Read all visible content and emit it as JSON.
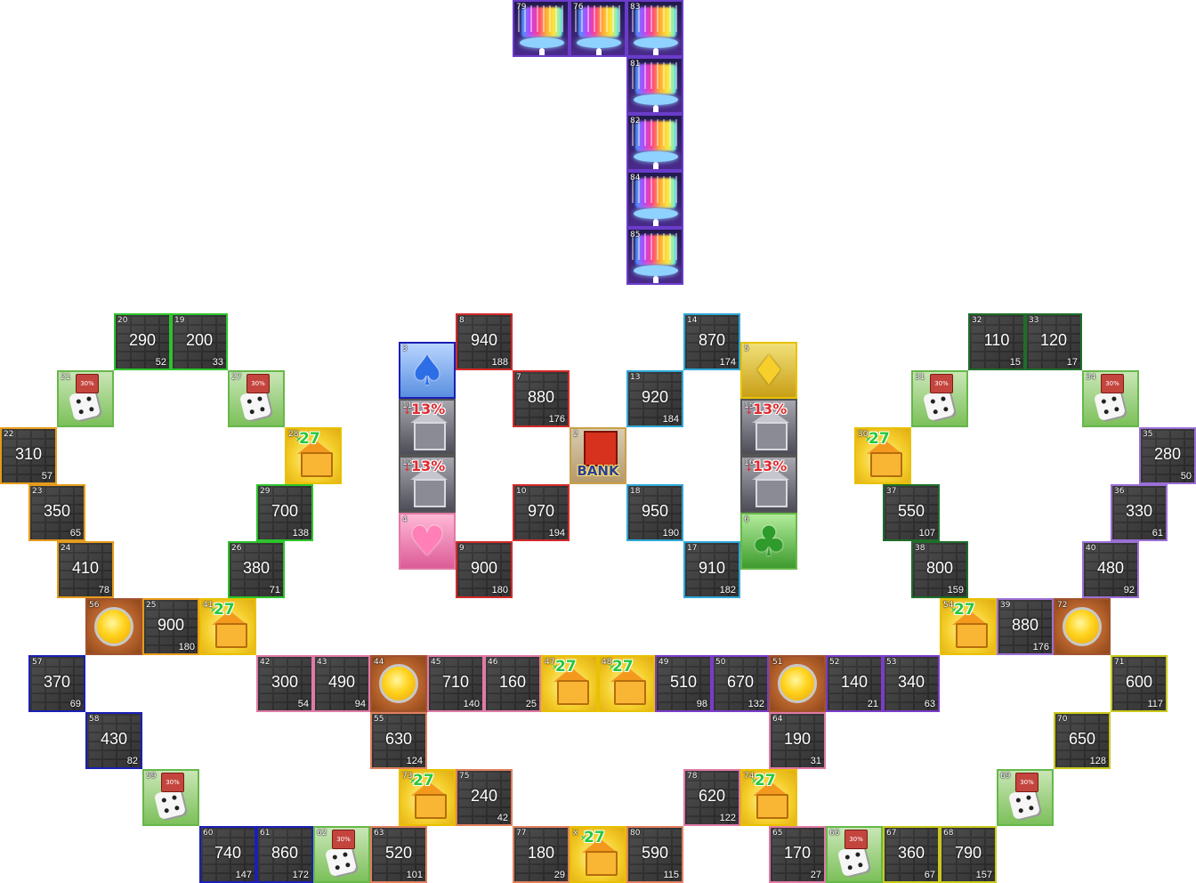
{
  "board": {
    "title": "",
    "colors": {
      "red": "#d42a2a",
      "cyan": "#2ea8d6",
      "green": "#2bc42b",
      "darkgreen": "#1f6e2a",
      "yellow": "#e8c100",
      "orange": "#e69b1c",
      "blue": "#1a1fb5",
      "purple": "#7a3cc9",
      "lilac": "#9b6fd6",
      "pink": "#e07aa6",
      "salmon": "#e0805e",
      "lime": "#c9c91c",
      "lightgreen": "#66b84a",
      "gold": "#e8c100",
      "brown": "#a0522d",
      "star": "#6a3cc9",
      "grey": "#555555",
      "bankgold": "#c8a04a"
    },
    "labels": {
      "bank": "BANK",
      "tax": "13%",
      "house_bonus": "27",
      "dice_badge": "30%"
    },
    "tiles": [
      {
        "i": "79",
        "t": "star",
        "c": "star"
      },
      {
        "i": "76",
        "t": "star",
        "c": "star"
      },
      {
        "i": "83",
        "t": "star",
        "c": "star"
      },
      {
        "i": "81",
        "t": "star",
        "c": "star"
      },
      {
        "i": "82",
        "t": "star",
        "c": "star"
      },
      {
        "i": "84",
        "t": "star",
        "c": "star"
      },
      {
        "i": "85",
        "t": "star",
        "c": "star"
      },
      {
        "i": "20",
        "t": "prop",
        "c": "green",
        "price": "290",
        "fee": "52"
      },
      {
        "i": "19",
        "t": "prop",
        "c": "green",
        "price": "200",
        "fee": "33"
      },
      {
        "i": "21",
        "t": "dice",
        "c": "lightgreen"
      },
      {
        "i": "27",
        "t": "dice",
        "c": "lightgreen"
      },
      {
        "i": "22",
        "t": "prop",
        "c": "orange",
        "price": "310",
        "fee": "57"
      },
      {
        "i": "28",
        "t": "house",
        "c": "gold"
      },
      {
        "i": "23",
        "t": "prop",
        "c": "orange",
        "price": "350",
        "fee": "65"
      },
      {
        "i": "29",
        "t": "prop",
        "c": "green",
        "price": "700",
        "fee": "138"
      },
      {
        "i": "24",
        "t": "prop",
        "c": "orange",
        "price": "410",
        "fee": "78"
      },
      {
        "i": "26",
        "t": "prop",
        "c": "green",
        "price": "380",
        "fee": "71"
      },
      {
        "i": "56",
        "t": "coin",
        "c": "brown"
      },
      {
        "i": "25",
        "t": "prop",
        "c": "orange",
        "price": "900",
        "fee": "180"
      },
      {
        "i": "41",
        "t": "house",
        "c": "gold"
      },
      {
        "i": "3",
        "t": "spade",
        "c": "blue"
      },
      {
        "i": "8",
        "t": "prop",
        "c": "red",
        "price": "940",
        "fee": "188"
      },
      {
        "i": "11",
        "t": "tax",
        "c": "grey"
      },
      {
        "i": "7",
        "t": "prop",
        "c": "red",
        "price": "880",
        "fee": "176"
      },
      {
        "i": "12",
        "t": "tax",
        "c": "grey"
      },
      {
        "i": "2",
        "t": "bank",
        "c": "bankgold"
      },
      {
        "i": "4",
        "t": "heart",
        "c": "pink"
      },
      {
        "i": "10",
        "t": "prop",
        "c": "red",
        "price": "970",
        "fee": "194"
      },
      {
        "i": "9",
        "t": "prop",
        "c": "red",
        "price": "900",
        "fee": "180"
      },
      {
        "i": "14",
        "t": "prop",
        "c": "cyan",
        "price": "870",
        "fee": "174"
      },
      {
        "i": "5",
        "t": "diamond",
        "c": "gold"
      },
      {
        "i": "13",
        "t": "prop",
        "c": "cyan",
        "price": "920",
        "fee": "184"
      },
      {
        "i": "15",
        "t": "tax",
        "c": "grey"
      },
      {
        "i": "16",
        "t": "tax",
        "c": "grey"
      },
      {
        "i": "18",
        "t": "prop",
        "c": "cyan",
        "price": "950",
        "fee": "190"
      },
      {
        "i": "6",
        "t": "club",
        "c": "lightgreen"
      },
      {
        "i": "17",
        "t": "prop",
        "c": "cyan",
        "price": "910",
        "fee": "182"
      },
      {
        "i": "32",
        "t": "prop",
        "c": "darkgreen",
        "price": "110",
        "fee": "15"
      },
      {
        "i": "33",
        "t": "prop",
        "c": "darkgreen",
        "price": "120",
        "fee": "17"
      },
      {
        "i": "31",
        "t": "dice",
        "c": "lightgreen"
      },
      {
        "i": "34",
        "t": "dice",
        "c": "lightgreen"
      },
      {
        "i": "30",
        "t": "house",
        "c": "gold"
      },
      {
        "i": "35",
        "t": "prop",
        "c": "lilac",
        "price": "280",
        "fee": "50"
      },
      {
        "i": "37",
        "t": "prop",
        "c": "darkgreen",
        "price": "550",
        "fee": "107"
      },
      {
        "i": "36",
        "t": "prop",
        "c": "lilac",
        "price": "330",
        "fee": "61"
      },
      {
        "i": "38",
        "t": "prop",
        "c": "darkgreen",
        "price": "800",
        "fee": "159"
      },
      {
        "i": "40",
        "t": "prop",
        "c": "lilac",
        "price": "480",
        "fee": "92"
      },
      {
        "i": "54",
        "t": "house",
        "c": "gold"
      },
      {
        "i": "39",
        "t": "prop",
        "c": "lilac",
        "price": "880",
        "fee": "176"
      },
      {
        "i": "72",
        "t": "coin",
        "c": "brown"
      },
      {
        "i": "57",
        "t": "prop",
        "c": "blue",
        "price": "370",
        "fee": "69"
      },
      {
        "i": "42",
        "t": "prop",
        "c": "pink",
        "price": "300",
        "fee": "54"
      },
      {
        "i": "43",
        "t": "prop",
        "c": "pink",
        "price": "490",
        "fee": "94"
      },
      {
        "i": "44",
        "t": "coin",
        "c": "brown"
      },
      {
        "i": "45",
        "t": "prop",
        "c": "pink",
        "price": "710",
        "fee": "140"
      },
      {
        "i": "46",
        "t": "prop",
        "c": "pink",
        "price": "160",
        "fee": "25"
      },
      {
        "i": "47",
        "t": "house",
        "c": "gold"
      },
      {
        "i": "48",
        "t": "house",
        "c": "gold"
      },
      {
        "i": "49",
        "t": "prop",
        "c": "purple",
        "price": "510",
        "fee": "98"
      },
      {
        "i": "50",
        "t": "prop",
        "c": "purple",
        "price": "670",
        "fee": "132"
      },
      {
        "i": "51",
        "t": "coin",
        "c": "brown"
      },
      {
        "i": "52",
        "t": "prop",
        "c": "purple",
        "price": "140",
        "fee": "21"
      },
      {
        "i": "53",
        "t": "prop",
        "c": "purple",
        "price": "340",
        "fee": "63"
      },
      {
        "i": "71",
        "t": "prop",
        "c": "lime",
        "price": "600",
        "fee": "117"
      },
      {
        "i": "58",
        "t": "prop",
        "c": "blue",
        "price": "430",
        "fee": "82"
      },
      {
        "i": "55",
        "t": "prop",
        "c": "salmon",
        "price": "630",
        "fee": "124"
      },
      {
        "i": "64",
        "t": "prop",
        "c": "pink",
        "price": "190",
        "fee": "31"
      },
      {
        "i": "70",
        "t": "prop",
        "c": "lime",
        "price": "650",
        "fee": "128"
      },
      {
        "i": "59",
        "t": "dice",
        "c": "lightgreen"
      },
      {
        "i": "73",
        "t": "house",
        "c": "gold"
      },
      {
        "i": "75",
        "t": "prop",
        "c": "salmon",
        "price": "240",
        "fee": "42"
      },
      {
        "i": "78",
        "t": "prop",
        "c": "pink",
        "price": "620",
        "fee": "122"
      },
      {
        "i": "74",
        "t": "house",
        "c": "gold"
      },
      {
        "i": "69",
        "t": "dice",
        "c": "lightgreen"
      },
      {
        "i": "60",
        "t": "prop",
        "c": "blue",
        "price": "740",
        "fee": "147"
      },
      {
        "i": "61",
        "t": "prop",
        "c": "blue",
        "price": "860",
        "fee": "172"
      },
      {
        "i": "62",
        "t": "dice",
        "c": "lightgreen"
      },
      {
        "i": "63",
        "t": "prop",
        "c": "salmon",
        "price": "520",
        "fee": "101"
      },
      {
        "i": "77",
        "t": "prop",
        "c": "salmon",
        "price": "180",
        "fee": "29"
      },
      {
        "i": "x",
        "t": "house",
        "c": "gold"
      },
      {
        "i": "80",
        "t": "prop",
        "c": "salmon",
        "price": "590",
        "fee": "115"
      },
      {
        "i": "65",
        "t": "prop",
        "c": "pink",
        "price": "170",
        "fee": "27"
      },
      {
        "i": "66",
        "t": "dice",
        "c": "lightgreen"
      },
      {
        "i": "67",
        "t": "prop",
        "c": "lime",
        "price": "360",
        "fee": "67"
      },
      {
        "i": "68",
        "t": "prop",
        "c": "lime",
        "price": "790",
        "fee": "157"
      }
    ]
  }
}
